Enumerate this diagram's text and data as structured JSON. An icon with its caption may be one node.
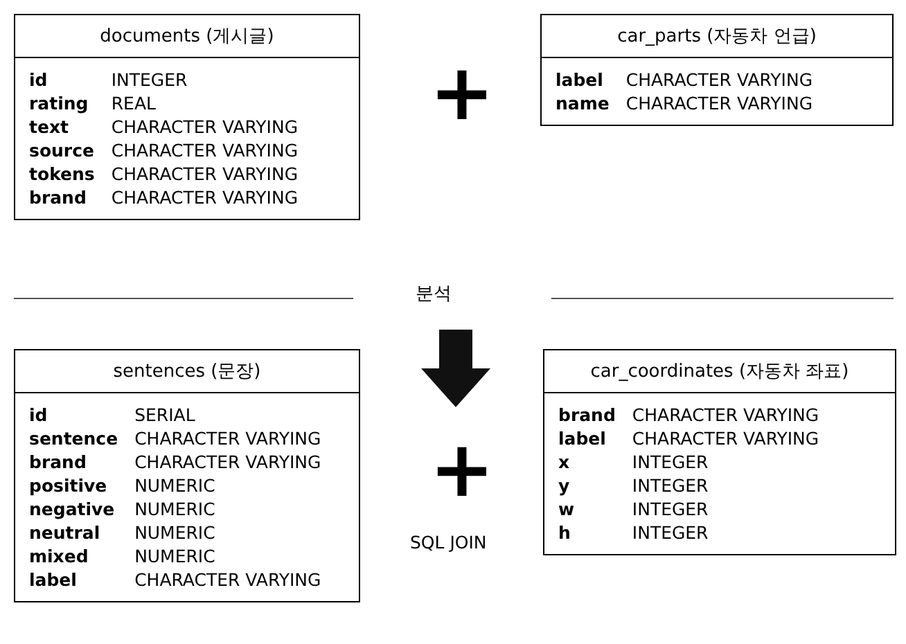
{
  "diagram": {
    "nodes": [
      {
        "text": [
          "documents (게시글)",
          "id",
          "INTEGER",
          "rating",
          "REAL",
          "text",
          "CHARACTER VARYING",
          "source",
          "CHARACTER VARYING",
          "tokens",
          "CHARACTER VARYING",
          "brand",
          "CHARACTER VARYING"
        ]
      },
      {
        "text": [
          "car_parts (자동차 언급)",
          "label",
          "CHARACTER VARYING",
          "name",
          "CHARACTER VARYING"
        ]
      },
      {
        "text": [
          "sentences (문장)",
          "id",
          "SERIAL",
          "sentence",
          "CHARACTER VARYING",
          "brand",
          "CHARACTER VARYING",
          "positive",
          "NUMERIC",
          "negative",
          "NUMERIC",
          "neutral",
          "NUMERIC",
          "mixed",
          "NUMERIC",
          "label",
          "CHARACTER VARYING"
        ]
      },
      {
        "text": [
          "car_coordinates (자동차 좌표)",
          "brand",
          "CHARACTER VARYING",
          "label",
          "CHARACTER VARYING",
          "x",
          "INTEGER",
          "y",
          "INTEGER",
          "w",
          "INTEGER",
          "h",
          "INTEGER"
        ]
      }
    ],
    "labels": [
      "+",
      "분석",
      "+",
      "SQL JOIN"
    ]
  }
}
